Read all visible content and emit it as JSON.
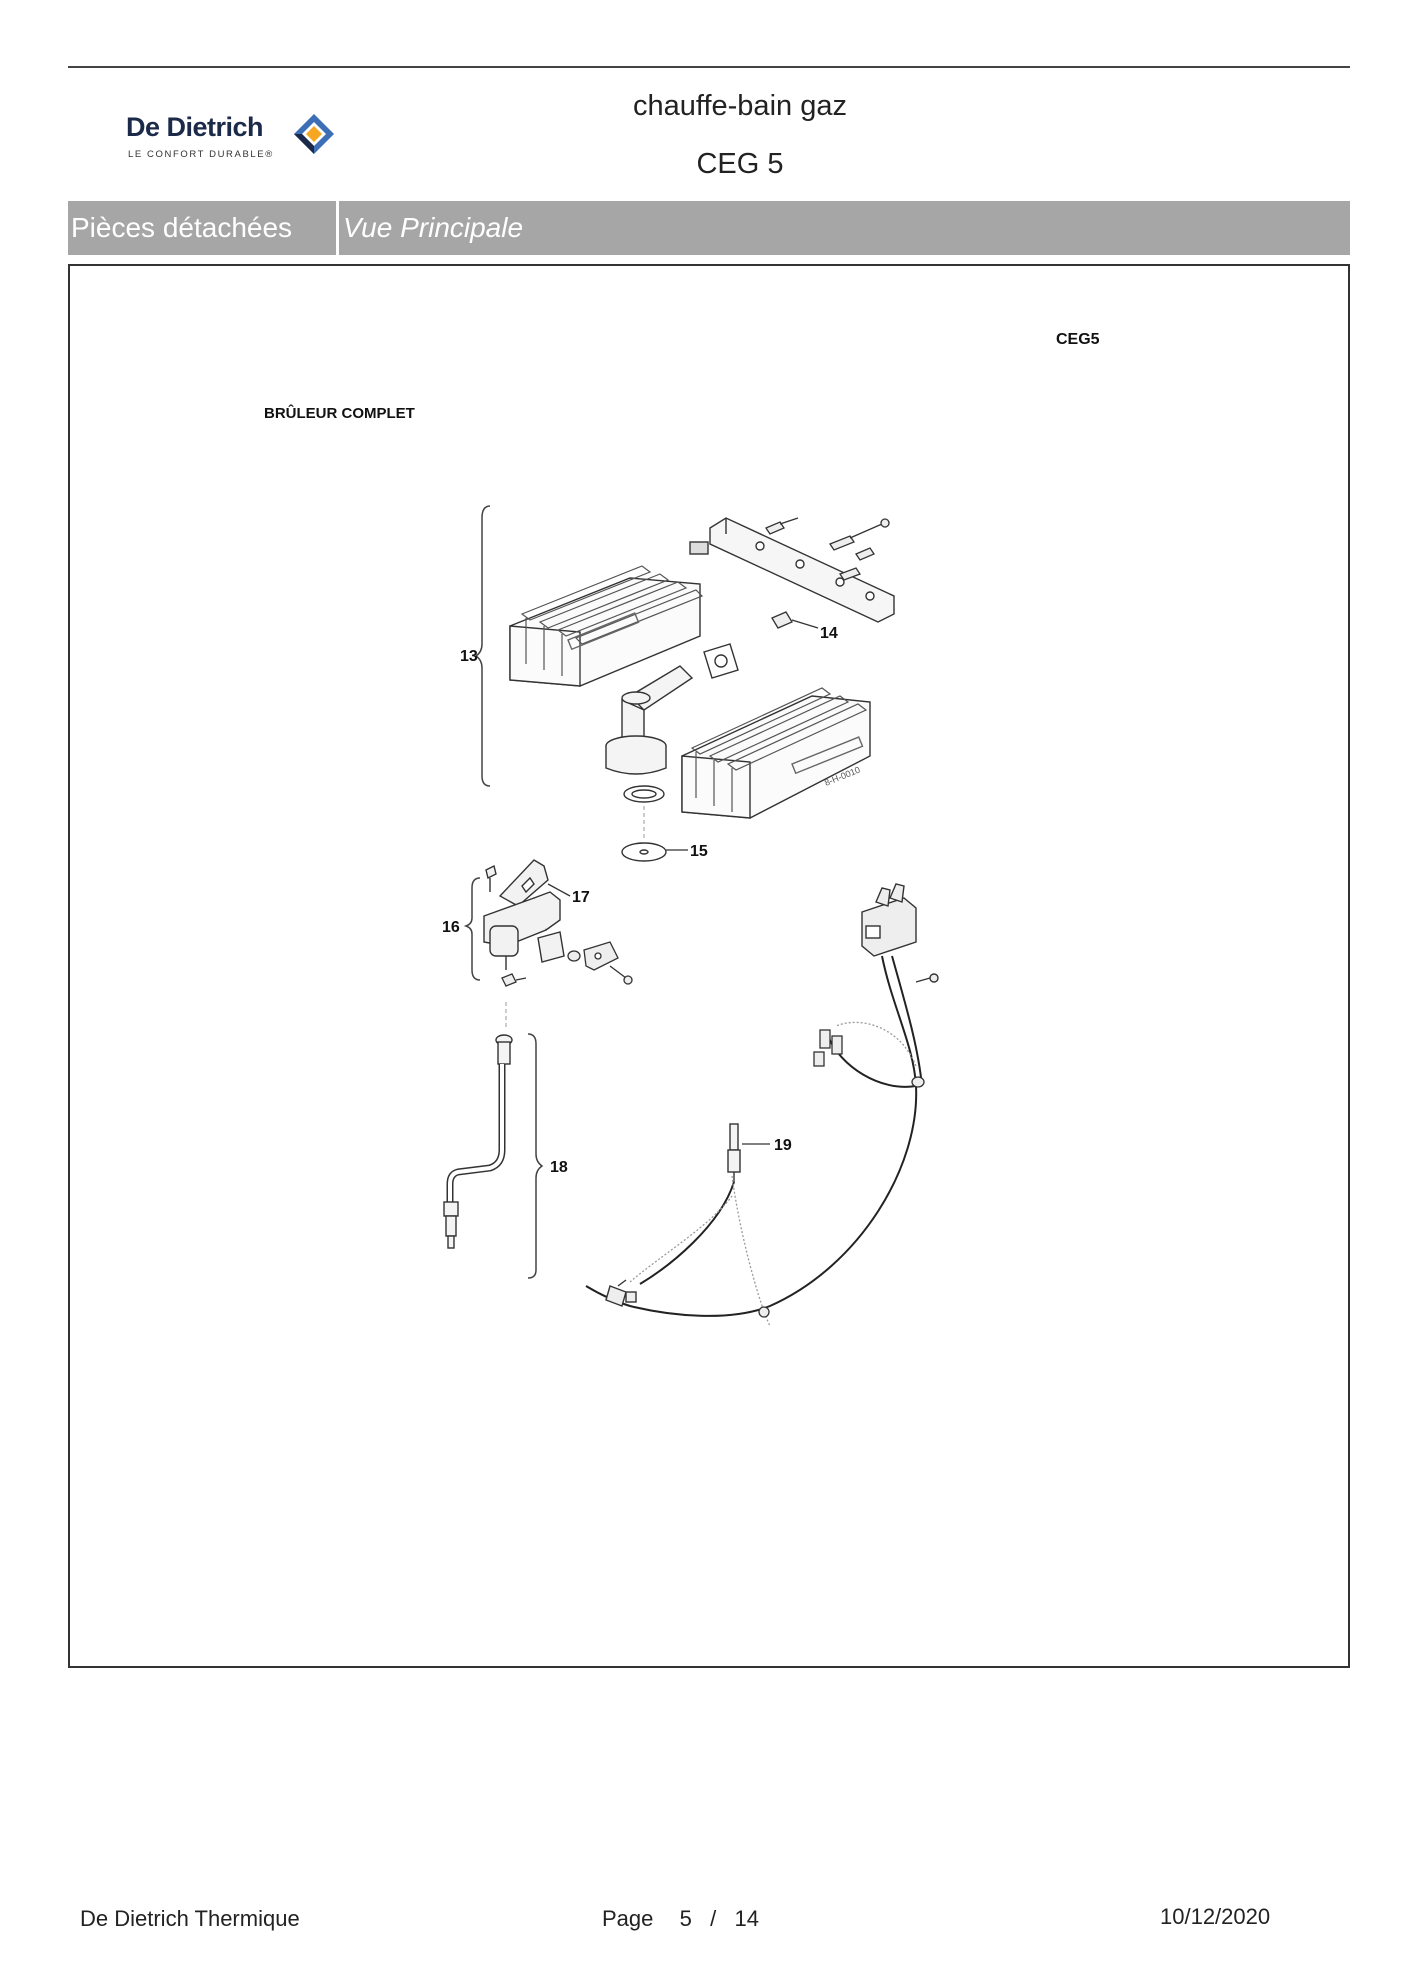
{
  "header": {
    "brand_name": "De Dietrich",
    "brand_tagline": "LE CONFORT DURABLE®",
    "title": "chauffe-bain gaz",
    "model": "CEG 5"
  },
  "section_bar": {
    "category": "Pièces détachées",
    "view": "Vue Principale"
  },
  "diagram": {
    "model_code": "CEG5",
    "heading": "BRÛLEUR COMPLET",
    "drawing_ref": "8-H-0010",
    "callouts": [
      "13",
      "14",
      "15",
      "16",
      "17",
      "18",
      "19"
    ]
  },
  "footer": {
    "company": "De Dietrich Thermique",
    "page_label": "Page",
    "page_current": "5",
    "page_separator": "/",
    "page_total": "14",
    "date": "10/12/2020"
  },
  "colors": {
    "bar_background": "#a6a6a6",
    "bar_text": "#ffffff",
    "logo_navy": "#1c2a4a",
    "logo_orange": "#f5a623",
    "logo_blue": "#3d6fb6"
  }
}
